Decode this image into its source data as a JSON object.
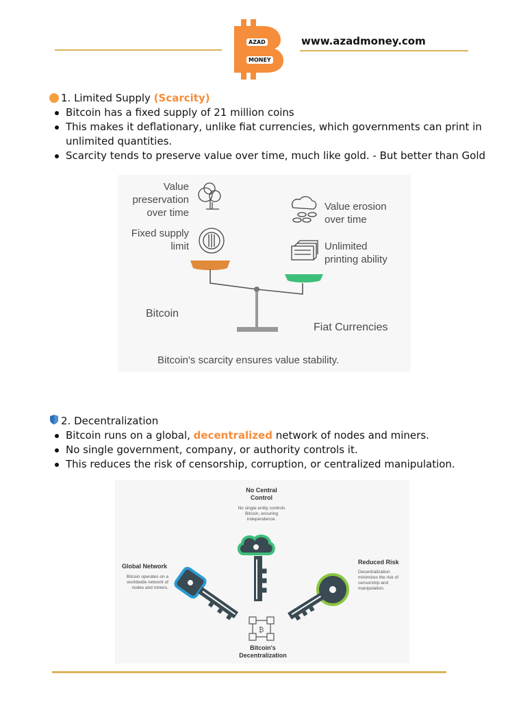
{
  "header": {
    "brand_top": "AZAD",
    "brand_bottom": "MONEY",
    "site": "www.azadmoney.com",
    "accent": "#d9b25a",
    "logo_color": "#f58d3a"
  },
  "section1": {
    "title_prefix": "1. Limited Supply ",
    "title_highlight": "(Scarcity)",
    "icon": "orange-circle-icon",
    "bullets": [
      "Bitcoin has a fixed supply of 21 million coins",
      "This makes it deflationary, unlike fiat currencies, which governments can print in unlimited quantities.",
      "Scarcity tends to preserve value over time, much like gold. - But better than Gold"
    ]
  },
  "infographic1": {
    "value_preservation": "Value preservation over time",
    "fixed_supply": "Fixed supply limit",
    "value_erosion": "Value erosion over time",
    "unlimited_printing": "Unlimited printing ability",
    "left_label": "Bitcoin",
    "right_label": "Fiat Currencies",
    "caption": "Bitcoin's scarcity ensures value stability.",
    "bitcoin_color": "#e08a3a",
    "fiat_color": "#3dbf7a"
  },
  "section2": {
    "title": "2. Decentralization",
    "icon": "shield-icon",
    "bullets": {
      "b1_before": "Bitcoin runs on a global, ",
      "b1_highlight": "decentralized",
      "b1_after": " network of nodes and miners.",
      "b2": "No single government, company, or authority controls it.",
      "b3": "This reduces the risk of censorship, corruption, or centralized manipulation."
    }
  },
  "infographic2": {
    "center_title": "No Central Control",
    "center_desc": "No single entity controls Bitcoin, ensuring independence.",
    "left_title": "Global Network",
    "left_desc": "Bitcoin operates on a worldwide network of nodes and miners.",
    "right_title": "Reduced Risk",
    "right_desc": "Decentralization minimizes the risk of censorship and manipulation.",
    "bottom_title": "Bitcoin's Decentralization",
    "key_blue": "#2b9bd4",
    "key_green_center": "#3dbf7a",
    "key_green_right": "#8cc63f"
  }
}
